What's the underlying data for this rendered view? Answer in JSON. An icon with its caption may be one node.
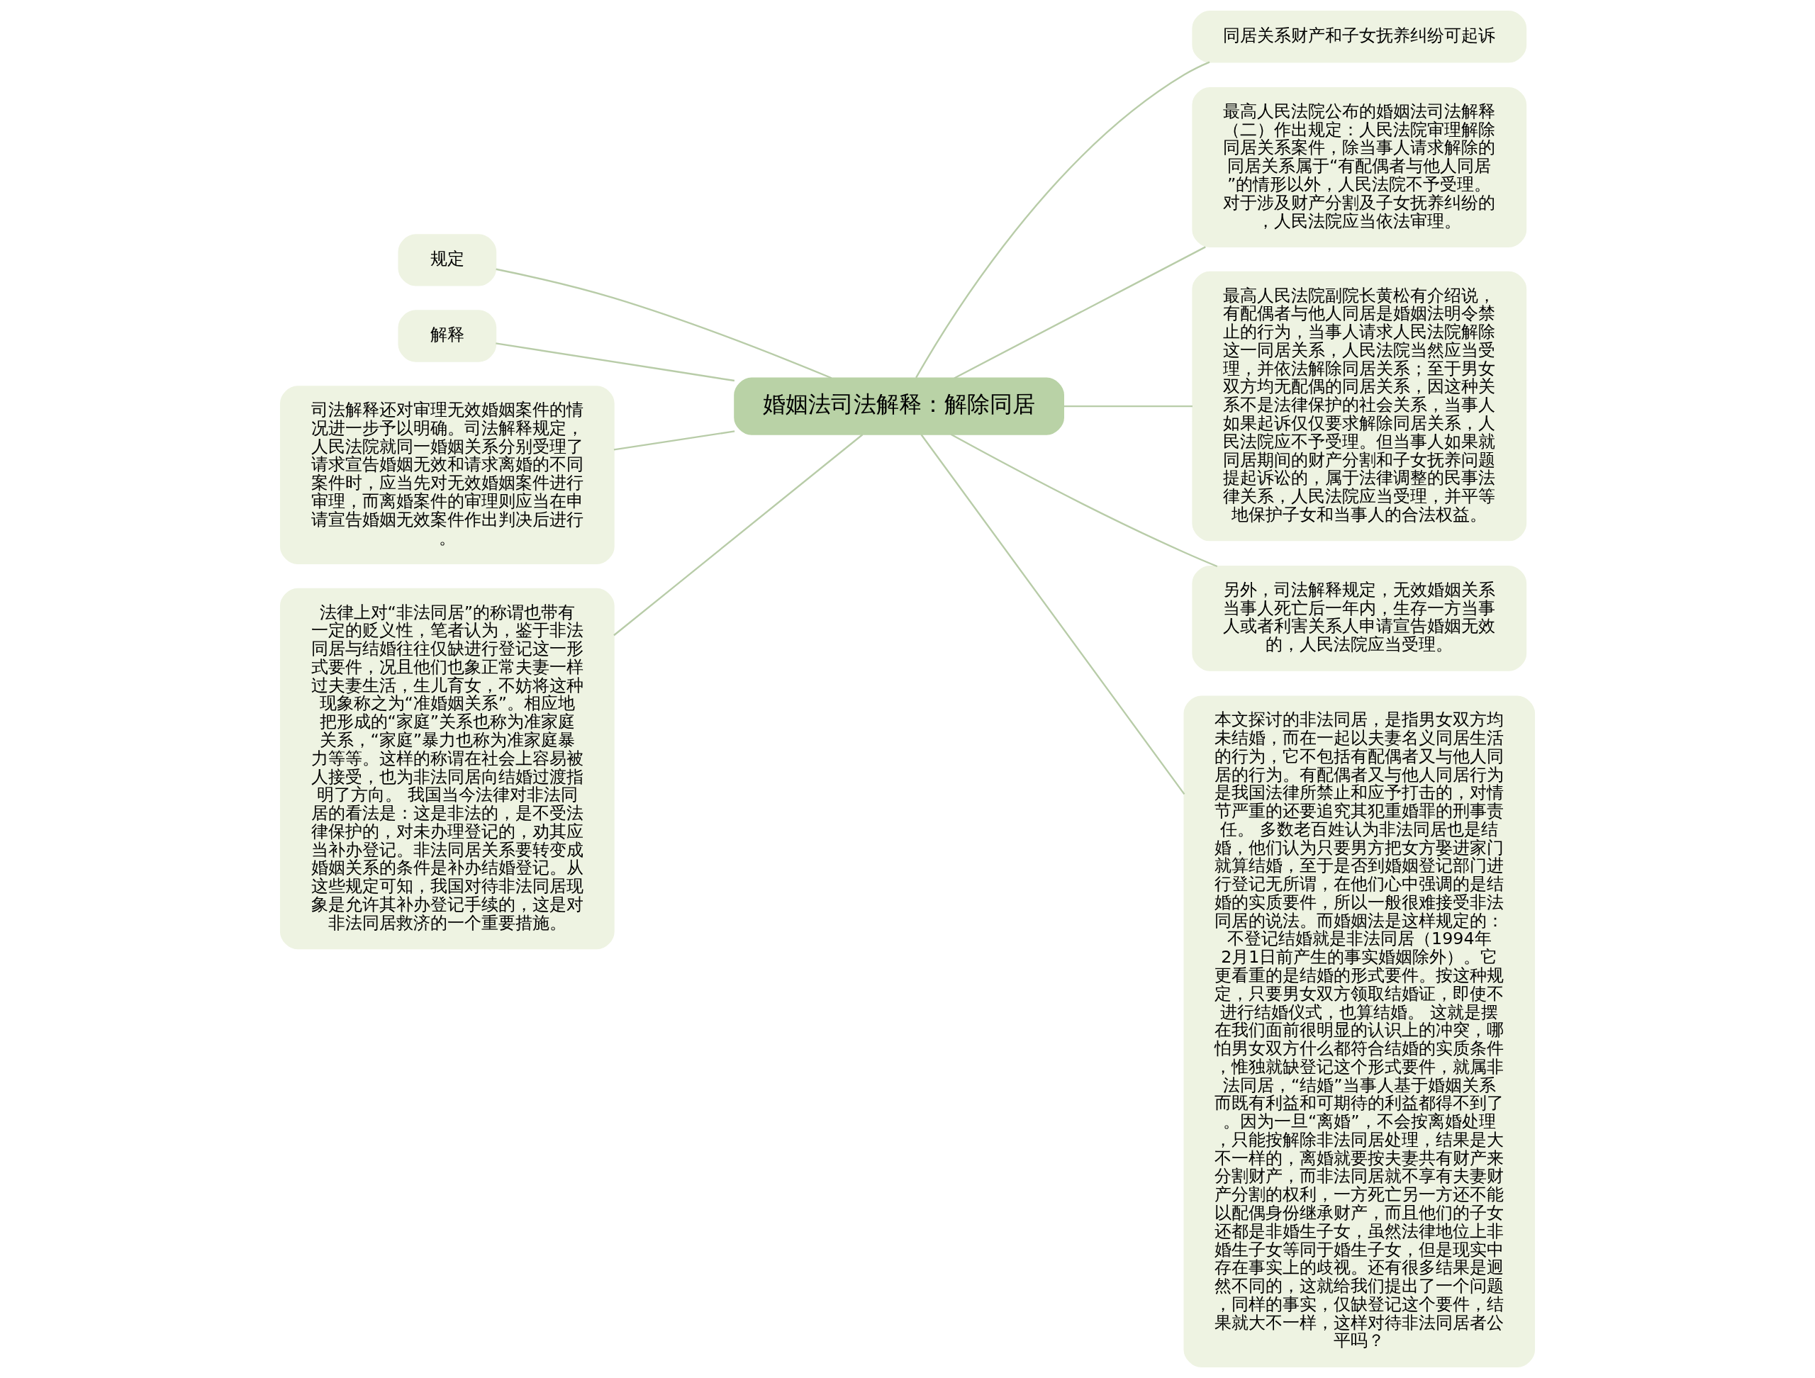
{
  "diagram": {
    "nodes": [
      {
        "text": [
          "婚姻法司法解释：解除同居"
        ]
      },
      {
        "text": [
          "同居关系财产和子女抚养纠纷可起诉"
        ]
      },
      {
        "text": [
          "最高人民法院公布的婚姻法司法解释（二）作出规定：人民法院审理解除同居关系案件，除当事人请求解除的同居关系属于“有配偶者与他人同居”的情形以外，人民法院不予受理。对于涉及财产分割及子女抚养纠纷的，人民法院应当依法审理。"
        ]
      },
      {
        "text": [
          "最高人民法院副院长黄松有介绍说，有配偶者与他人同居是婚姻法明令禁止的行为，当事人请求人民法院解除这一同居关系，人民法院当然应当受理，并依法解除同居关系；至于男女双方均无配偶的同居关系，因这种关系不是法律保护的社会关系，当事人如果起诉仅仅要求解除同居关系，人民法院应不予受理。但当事人如果就同居期间的财产分割和子女抚养问题提起诉讼的，属于法律调整的民事法律关系，人民法院应当受理，并平等地保护子女和当事人的合法权益。"
        ]
      },
      {
        "text": [
          "另外，司法解释规定，无效婚姻关系当事人死亡后一年内，生存一方当事人或者利害关系人申请宣告婚姻无效的，人民法院应当受理。"
        ]
      },
      {
        "text": [
          "本文探讨的非法同居，是指男女双方均未结婚，而在一起以夫妻名义同居生活的行为，它不包括有配偶者又与他人同居的行为。有配偶者又与他人同居行为是我国法律所禁止和应予打击的，对情节严重的还要追究其犯重婚罪的刑事责任。 多数老百姓认为非法同居也是结婚，他们认为只要男方把女方娶进家门就算结婚，至于是否到婚姻登记部门进行登记无所谓，在他们心中强调的是结婚的实质要件，所以一般很难接受非法同居的说法。而婚姻法是这样规定的：不登记结婚就是非法同居（1994年2月1日前产生的事实婚姻除外）。它更看重的是结婚的形式要件。按这种规定，只要男女双方领取结婚证，即使不进行结婚仪式，也算结婚。 这就是摆在我们面前很明显的认识上的冲突，哪怕男女双方什么都符合结婚的实质条件，惟独就缺登记这个形式要件，就属非法同居，“结婚”当事人基于婚姻关系而既有利益和可期待的利益都得不到了。因为一旦“离婚”，不会按离婚处理，只能按解除非法同居处理，结果是大不一样的，离婚就要按夫妻共有财产来分割财产，而非法同居就不享有夫妻财产分割的权利，一方死亡另一方还不能以配偶身份继承财产，而且他们的子女还都是非婚生子女，虽然法律地位上非婚生子女等同于婚生子女，但是现实中存在事实上的歧视。还有很多结果是迥然不同的，这就给我们提出了一个问题，同样的事实，仅缺登记这个要件，结果就大不一样，这样对待非法同居者公平吗？"
        ]
      },
      {
        "text": [
          "规定"
        ]
      },
      {
        "text": [
          "解释"
        ]
      },
      {
        "text": [
          "司法解释还对审理无效婚姻案件的情况进一步予以明确。司法解释规定，人民法院就同一婚姻关系分别受理了请求宣告婚姻无效和请求离婚的不同案件时，应当先对无效婚姻案件进行审理，而离婚案件的审理则应当在申请宣告婚姻无效案件作出判决后进行。"
        ]
      },
      {
        "text": [
          "法律上对“非法同居”的称谓也带有一定的贬义性，笔者认为，鉴于非法同居与结婚往往仅缺进行登记这一形式要件，况且他们也象正常夫妻一样过夫妻生活，生儿育女，不妨将这种现象称之为“准婚姻关系”。相应地把形成的“家庭”关系也称为准家庭关系，“家庭”暴力也称为准家庭暴力等等。这样的称谓在社会上容易被人接受，也为非法同居向结婚过渡指明了方向。 我国当今法律对非法同居的看法是：这是非法的，是不受法律保护的，对未办理登记的，劝其应当补办登记。非法同居关系要转变成婚姻关系的条件是补办结婚登记。从这些规定可知，我国对待非法同居现象是允许其补办登记手续的，这是对非法同居救济的一个重要措施。"
        ]
      }
    ],
    "edges": [
      {
        "from": 0,
        "to": 1,
        "arrow": "none"
      },
      {
        "from": 0,
        "to": 2,
        "arrow": "none"
      },
      {
        "from": 0,
        "to": 3,
        "arrow": "none"
      },
      {
        "from": 0,
        "to": 4,
        "arrow": "none"
      },
      {
        "from": 0,
        "to": 5,
        "arrow": "none"
      },
      {
        "from": 0,
        "to": 6,
        "arrow": "none"
      },
      {
        "from": 0,
        "to": 7,
        "arrow": "none"
      },
      {
        "from": 0,
        "to": 8,
        "arrow": "none"
      },
      {
        "from": 0,
        "to": 9,
        "arrow": "none"
      }
    ]
  }
}
